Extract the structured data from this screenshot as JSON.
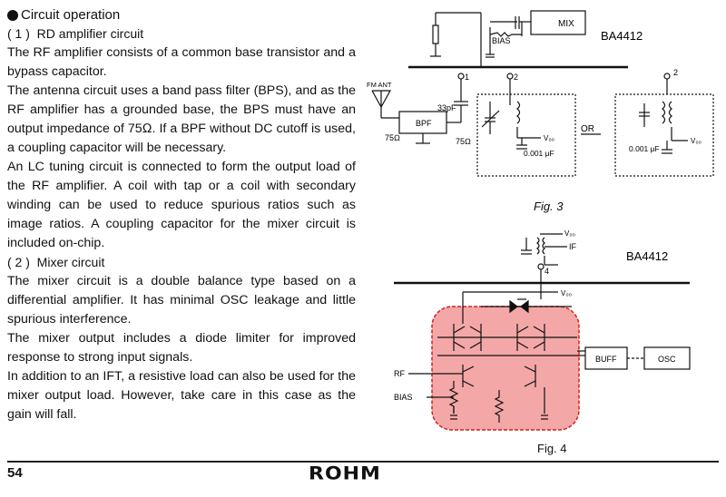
{
  "section": {
    "title": "Circuit operation",
    "sub1": "( 1 )  RD amplifier circuit",
    "sub2": "( 2 )  Mixer circuit"
  },
  "paragraphs": {
    "p1": "The RF amplifier consists of a common base transistor and a bypass capacitor.",
    "p2": "The antenna circuit uses a band pass filter (BPS), and as the RF amplifier has a grounded base, the BPS must have an output impedance of 75Ω. If a BPF without DC cutoff is used, a coupling capacitor will be necessary.",
    "p3": "An LC tuning circuit is connected to form the output load of the RF amplifier. A coil with tap or a coil with secondary winding can be used to reduce spurious ratios such as image ratios. A coupling capacitor for the mixer circuit is included on-chip.",
    "p4": "The mixer circuit is a double balance type based on a differential amplifier. It has minimal OSC leakage and little spurious interference.",
    "p5": "The mixer output includes a diode limiter for improved response to strong input signals.",
    "p6": "In addition to an IFT, a resistive load can also be used for the mixer output load. However, take care in this case as the gain will fall."
  },
  "fig3": {
    "caption": "Fig. 3",
    "chip": "BA4412",
    "mix": "MIX",
    "bias": "BIAS",
    "fm_ant": "FM ANT",
    "bpf": "BPF",
    "ohm_in": "75Ω",
    "ohm_out": "75Ω",
    "cap": "33pF",
    "pin1": "1",
    "pin2": "2",
    "pin2b": "2",
    "vcc1": "V₀₀",
    "vcc2": "V₀₀",
    "cap1": "0.001 μF",
    "cap2": "0.001 μF",
    "or": "OR"
  },
  "fig4": {
    "caption": "Fig. 4",
    "chip": "BA4412",
    "vcc_top": "V₀₀",
    "vcc_mid": "V₀₀",
    "if": "IF",
    "pin4": "4",
    "rf": "RF",
    "bias": "BIAS",
    "buff": "BUFF",
    "osc": "OSC"
  },
  "footer": {
    "page": "54",
    "logo": "ROHM"
  },
  "colors": {
    "highlight": "#f08a8a",
    "highlight_border": "#d42020"
  }
}
